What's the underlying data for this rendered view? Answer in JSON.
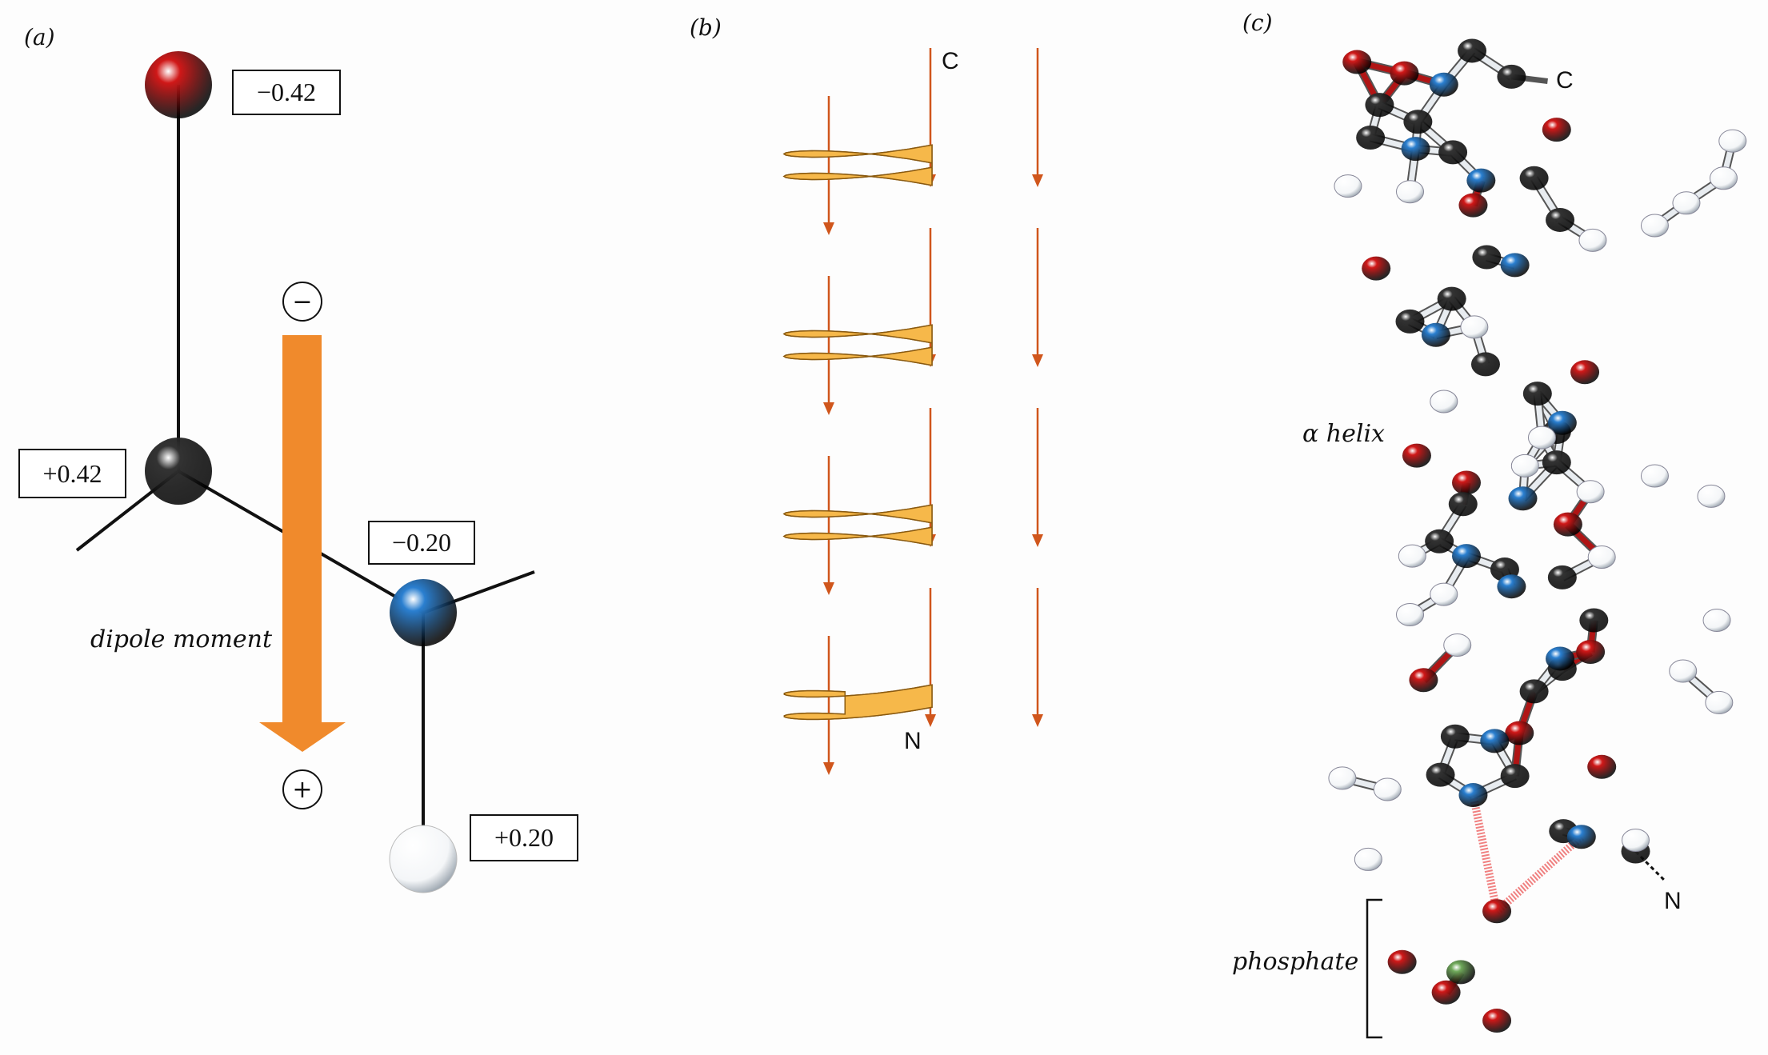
{
  "panels": {
    "a": {
      "label": "(a)",
      "charges": {
        "oxygen": "−0.42",
        "carbon": "+0.42",
        "nitrogen": "−0.20",
        "hydrogen": "+0.20"
      },
      "dipole_label": "dipole moment",
      "negative_sign": "−",
      "positive_sign": "+"
    },
    "b": {
      "label": "(b)",
      "c_terminus": "C",
      "n_terminus": "N"
    },
    "c": {
      "label": "(c)",
      "c_terminus": "C",
      "n_terminus": "N",
      "helix_label": "α helix",
      "phosphate_label": "phosphate"
    }
  },
  "colors": {
    "oxygen": "#d01818",
    "carbon": "#111111",
    "nitrogen": "#2a7fd0",
    "hydrogen": "#f4f6f8",
    "phosphorus": "#6fa85a",
    "dipole_arrow": "#f08a2c",
    "helix": "#f6b84a"
  }
}
